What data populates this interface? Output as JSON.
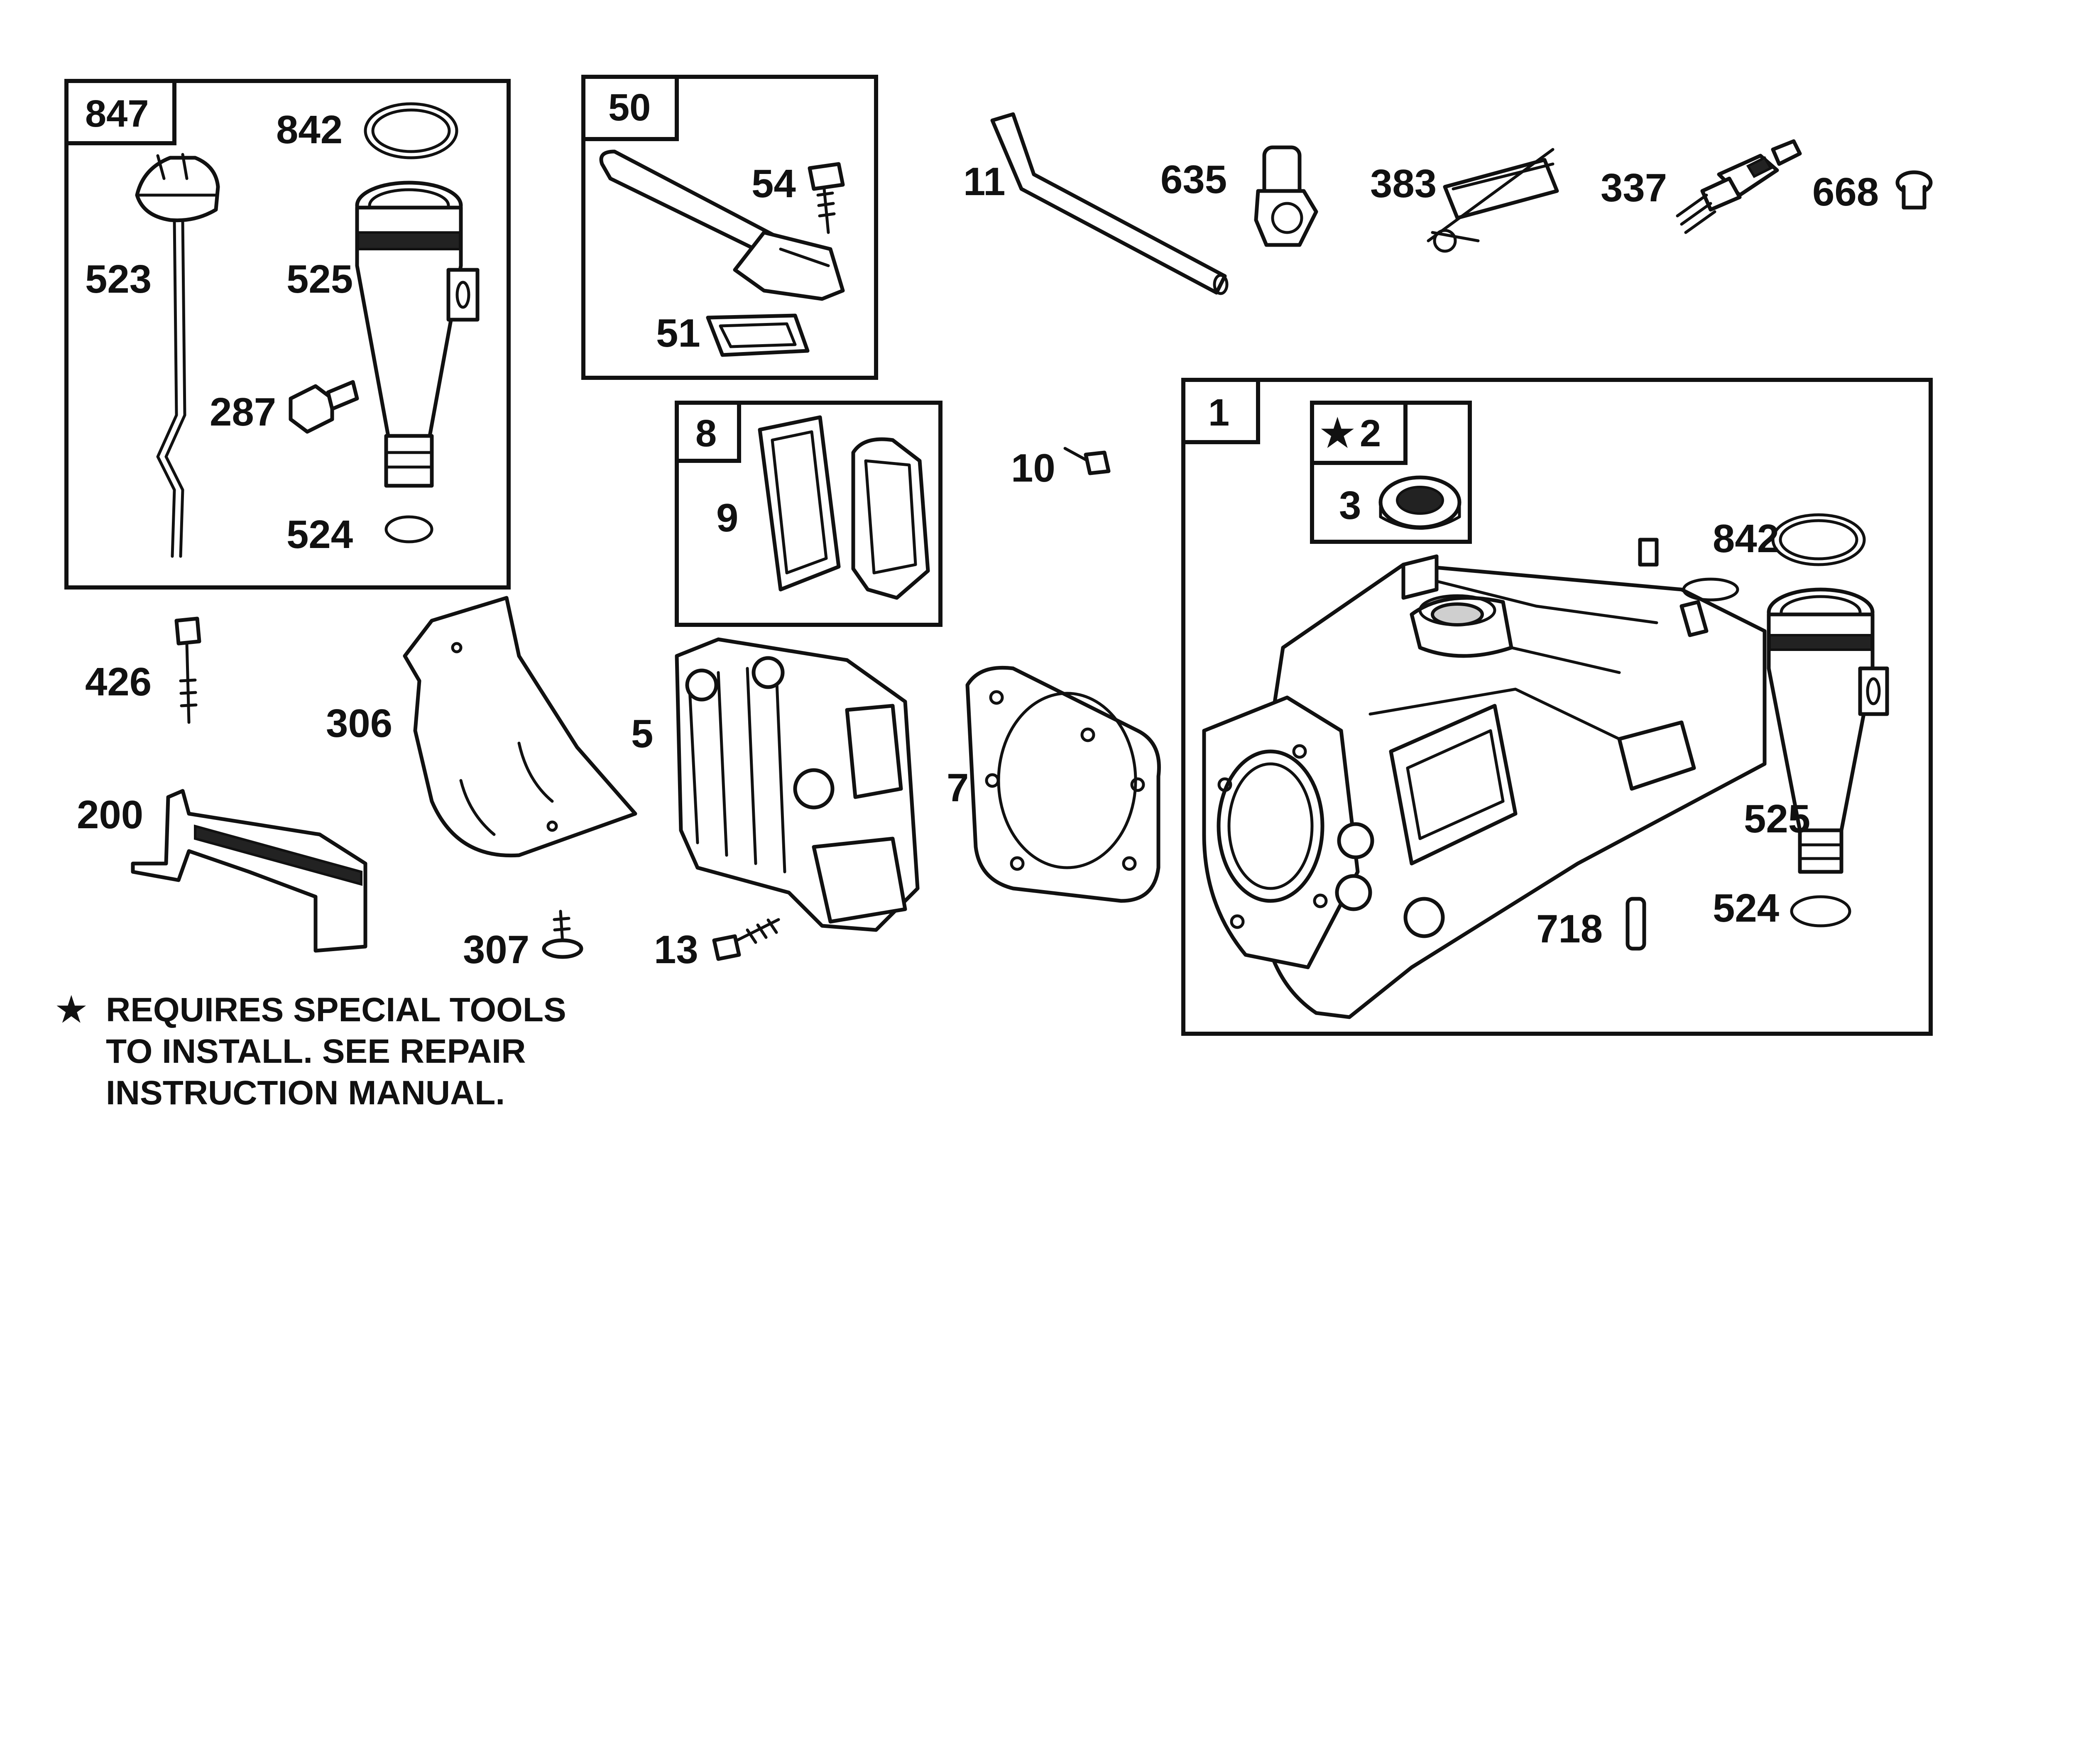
{
  "callouts": {
    "box_847": "847",
    "p842_a": "842",
    "p523": "523",
    "p525_a": "525",
    "p287": "287",
    "p524_a": "524",
    "box_50": "50",
    "p54": "54",
    "p51": "51",
    "p11": "11",
    "p635": "635",
    "p383": "383",
    "p337": "337",
    "p668": "668",
    "box_8": "8",
    "p9": "9",
    "p10": "10",
    "box_1": "1",
    "box_2": "2",
    "p3": "3",
    "p842_b": "842",
    "p525_b": "525",
    "p524_b": "524",
    "p718": "718",
    "p426": "426",
    "p306": "306",
    "p200": "200",
    "p307": "307",
    "p5": "5",
    "p7": "7",
    "p13": "13"
  },
  "note": {
    "symbol": "★",
    "line1": "REQUIRES SPECIAL TOOLS",
    "line2": "TO INSTALL.  SEE REPAIR",
    "line3": "INSTRUCTION MANUAL."
  },
  "star_symbol": "★"
}
